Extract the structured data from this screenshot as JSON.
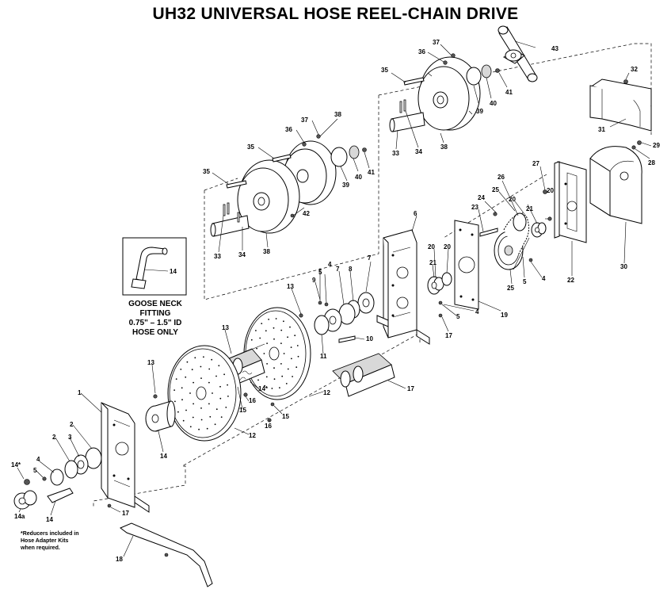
{
  "title": "UH32 UNIVERSAL HOSE REEL-CHAIN DRIVE",
  "inset": {
    "callout": "14",
    "caption_lines": [
      "GOOSE NECK",
      "FITTING",
      "0.75\" – 1.5\" ID",
      "HOSE ONLY"
    ]
  },
  "footnote_lines": [
    "*Reducers included in",
    "Hose Adapter Kits",
    "when required."
  ],
  "callouts": [
    {
      "id": "c37a",
      "text": "37"
    },
    {
      "id": "c36a",
      "text": "36"
    },
    {
      "id": "c43",
      "text": "43"
    },
    {
      "id": "c35a",
      "text": "35"
    },
    {
      "id": "c40a",
      "text": "40"
    },
    {
      "id": "c41a",
      "text": "41"
    },
    {
      "id": "c39a",
      "text": "39"
    },
    {
      "id": "c33a",
      "text": "33"
    },
    {
      "id": "c34a",
      "text": "34"
    },
    {
      "id": "c38a",
      "text": "38"
    },
    {
      "id": "c32",
      "text": "32"
    },
    {
      "id": "c31",
      "text": "31"
    },
    {
      "id": "c29",
      "text": "29"
    },
    {
      "id": "c28",
      "text": "28"
    },
    {
      "id": "c27",
      "text": "27"
    },
    {
      "id": "c37b",
      "text": "37"
    },
    {
      "id": "c38b",
      "text": "38"
    },
    {
      "id": "c36b",
      "text": "36"
    },
    {
      "id": "c35b",
      "text": "35"
    },
    {
      "id": "c41b",
      "text": "41"
    },
    {
      "id": "c40b",
      "text": "40"
    },
    {
      "id": "c39b",
      "text": "39"
    },
    {
      "id": "c35c",
      "text": "35"
    },
    {
      "id": "c42",
      "text": "42"
    },
    {
      "id": "c33b",
      "text": "33"
    },
    {
      "id": "c34b",
      "text": "34"
    },
    {
      "id": "c38c",
      "text": "38"
    },
    {
      "id": "c26",
      "text": "26"
    },
    {
      "id": "c25a",
      "text": "25"
    },
    {
      "id": "c24",
      "text": "24"
    },
    {
      "id": "c23",
      "text": "23"
    },
    {
      "id": "c20a",
      "text": "20"
    },
    {
      "id": "c21a",
      "text": "21"
    },
    {
      "id": "c20b",
      "text": "20"
    },
    {
      "id": "c6",
      "text": "6"
    },
    {
      "id": "c20c",
      "text": "20"
    },
    {
      "id": "c20d",
      "text": "20"
    },
    {
      "id": "c21b",
      "text": "21"
    },
    {
      "id": "c5a",
      "text": "5"
    },
    {
      "id": "c25b",
      "text": "25"
    },
    {
      "id": "c4a",
      "text": "4"
    },
    {
      "id": "c22",
      "text": "22"
    },
    {
      "id": "c30",
      "text": "30"
    },
    {
      "id": "c19",
      "text": "19"
    },
    {
      "id": "c4b",
      "text": "4"
    },
    {
      "id": "c5b",
      "text": "5"
    },
    {
      "id": "c17a",
      "text": "17"
    },
    {
      "id": "c7a",
      "text": "7"
    },
    {
      "id": "c13a",
      "text": "13"
    },
    {
      "id": "c4c",
      "text": "4"
    },
    {
      "id": "c5c",
      "text": "5"
    },
    {
      "id": "c9",
      "text": "9"
    },
    {
      "id": "c7b",
      "text": "7"
    },
    {
      "id": "c8",
      "text": "8"
    },
    {
      "id": "c10",
      "text": "10"
    },
    {
      "id": "c11",
      "text": "11"
    },
    {
      "id": "c13b",
      "text": "13"
    },
    {
      "id": "c14star",
      "text": "14*"
    },
    {
      "id": "c12a",
      "text": "12"
    },
    {
      "id": "c17b",
      "text": "17"
    },
    {
      "id": "c13c",
      "text": "13"
    },
    {
      "id": "c16a",
      "text": "16"
    },
    {
      "id": "c15a",
      "text": "15"
    },
    {
      "id": "c15b",
      "text": "15"
    },
    {
      "id": "c16b",
      "text": "16"
    },
    {
      "id": "c12b",
      "text": "12"
    },
    {
      "id": "c1",
      "text": "1"
    },
    {
      "id": "c2a",
      "text": "2"
    },
    {
      "id": "c2b",
      "text": "2"
    },
    {
      "id": "c3",
      "text": "3"
    },
    {
      "id": "c14a",
      "text": "14"
    },
    {
      "id": "c14s2",
      "text": "14*"
    },
    {
      "id": "c5d",
      "text": "5"
    },
    {
      "id": "c4d",
      "text": "4"
    },
    {
      "id": "c14b",
      "text": "14"
    },
    {
      "id": "c14a2",
      "text": "14a"
    },
    {
      "id": "c17c",
      "text": "17"
    },
    {
      "id": "c18",
      "text": "18"
    }
  ]
}
